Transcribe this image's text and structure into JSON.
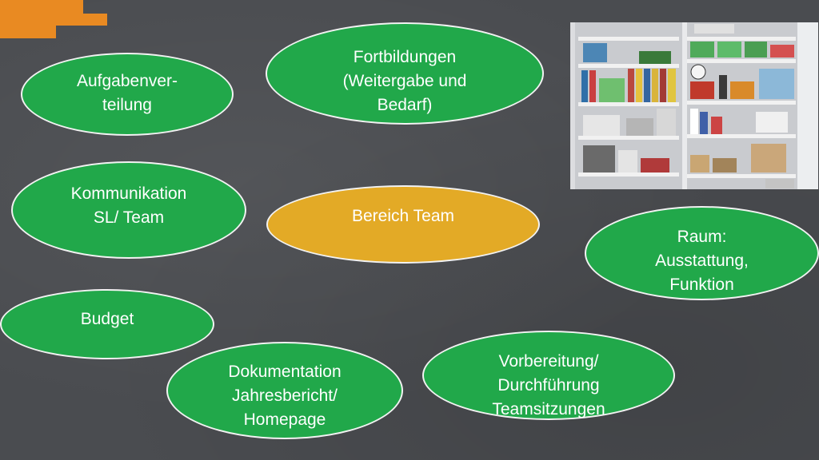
{
  "colors": {
    "background": "#4a4c50",
    "node_fill": "#21a84a",
    "center_fill": "#e3aa26",
    "node_border": "#f2f2f2",
    "accent": "#e98a22"
  },
  "center": {
    "label": "Bereich Team"
  },
  "nodes": {
    "aufgabenverteilung": "Aufgabenver-\nteilung",
    "fortbildungen": "Fortbildungen\n(Weitergabe und\nBedarf)",
    "kommunikation": "Kommunikation\nSL/ Team",
    "raum": "Raum:\nAusstattung,\nFunktion",
    "budget": "Budget",
    "dokumentation": "Dokumentation\nJahresbericht/\nHomepage",
    "vorbereitung": "Vorbereitung/\nDurchführung\nTeamsitzungen"
  },
  "photo": {
    "subject": "shelf-cabinet-photo"
  }
}
